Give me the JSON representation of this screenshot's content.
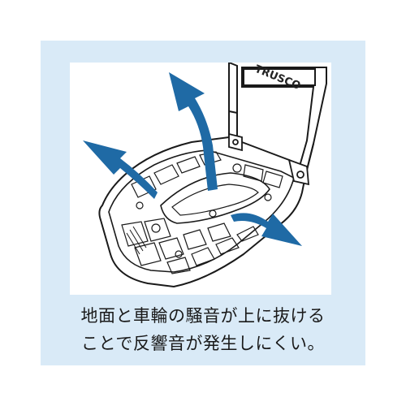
{
  "illustration": {
    "brand": "TRUSCO",
    "arrow_color": "#1f6aa5",
    "line_color": "#1a1a1a"
  },
  "caption": {
    "line1": "地面と車輪の騒音が上に抜ける",
    "line2": "ことで反響音が発生しにくい。"
  },
  "colors": {
    "frame_background": "#d9eaf7",
    "panel_background": "#ffffff",
    "text": "#1a1a1a"
  }
}
